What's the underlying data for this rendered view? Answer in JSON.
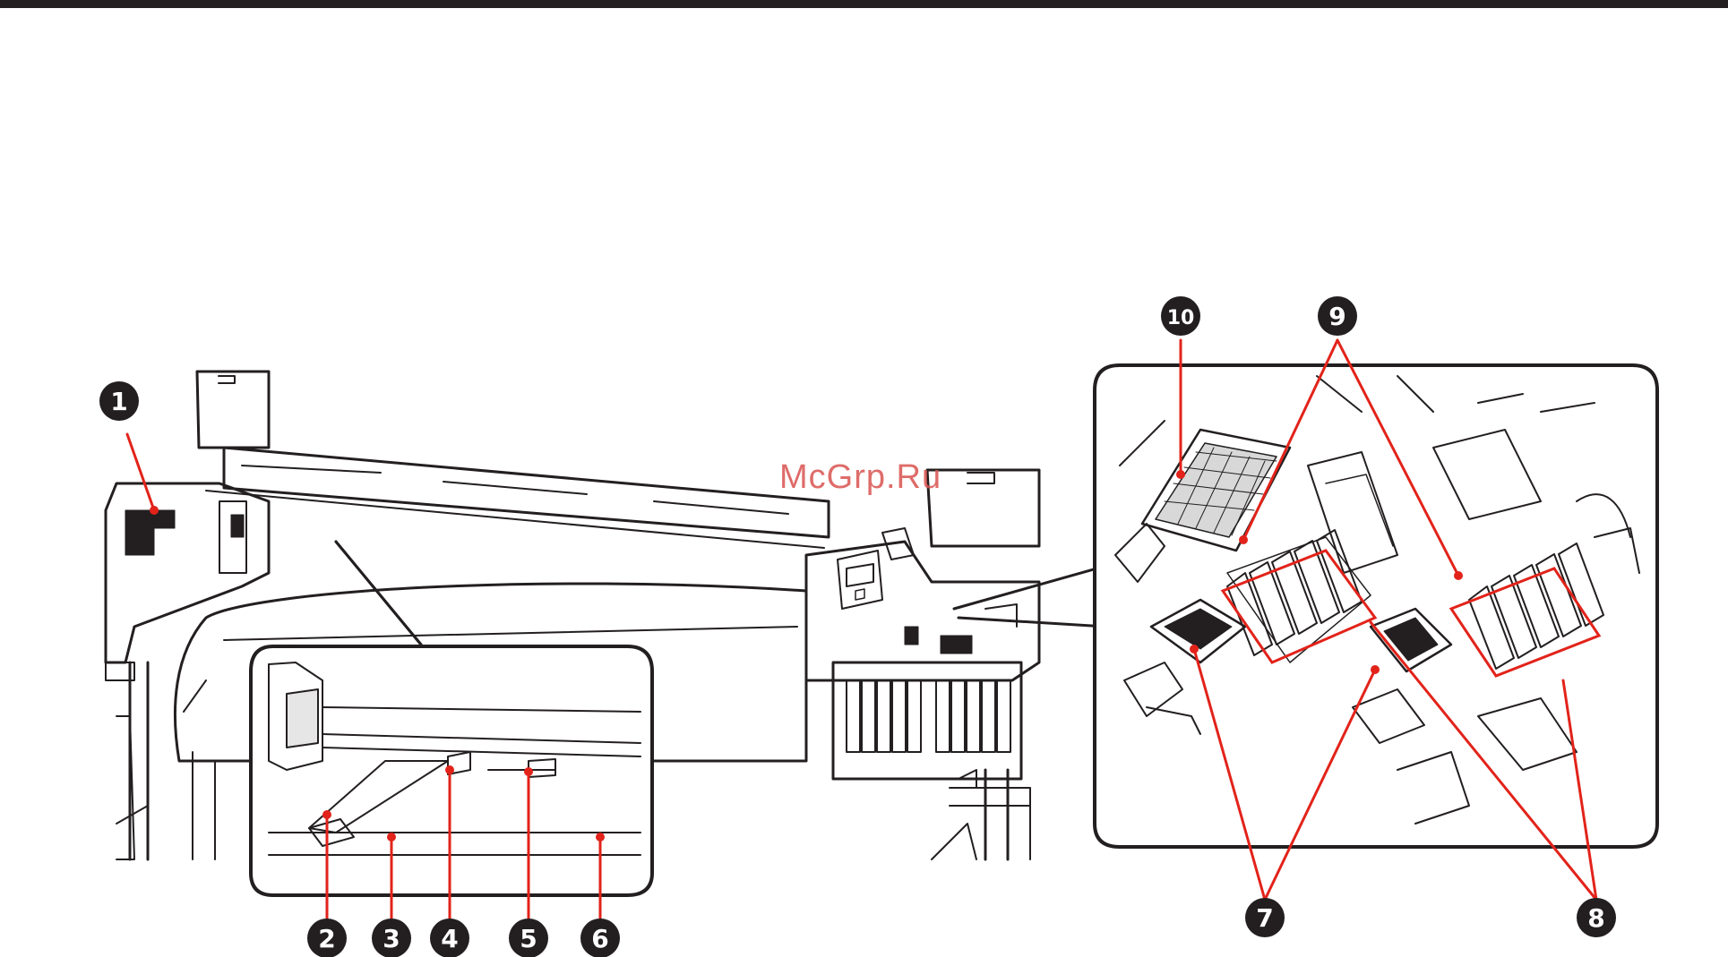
{
  "watermark": "McGrp.Ru",
  "callouts": [
    "1",
    "2",
    "3",
    "4",
    "5",
    "6",
    "7",
    "8",
    "9",
    "10"
  ],
  "colors": {
    "line": "#231f20",
    "leader": "#e2231a",
    "callout_fill": "#231f20",
    "callout_text": "#ffffff"
  }
}
